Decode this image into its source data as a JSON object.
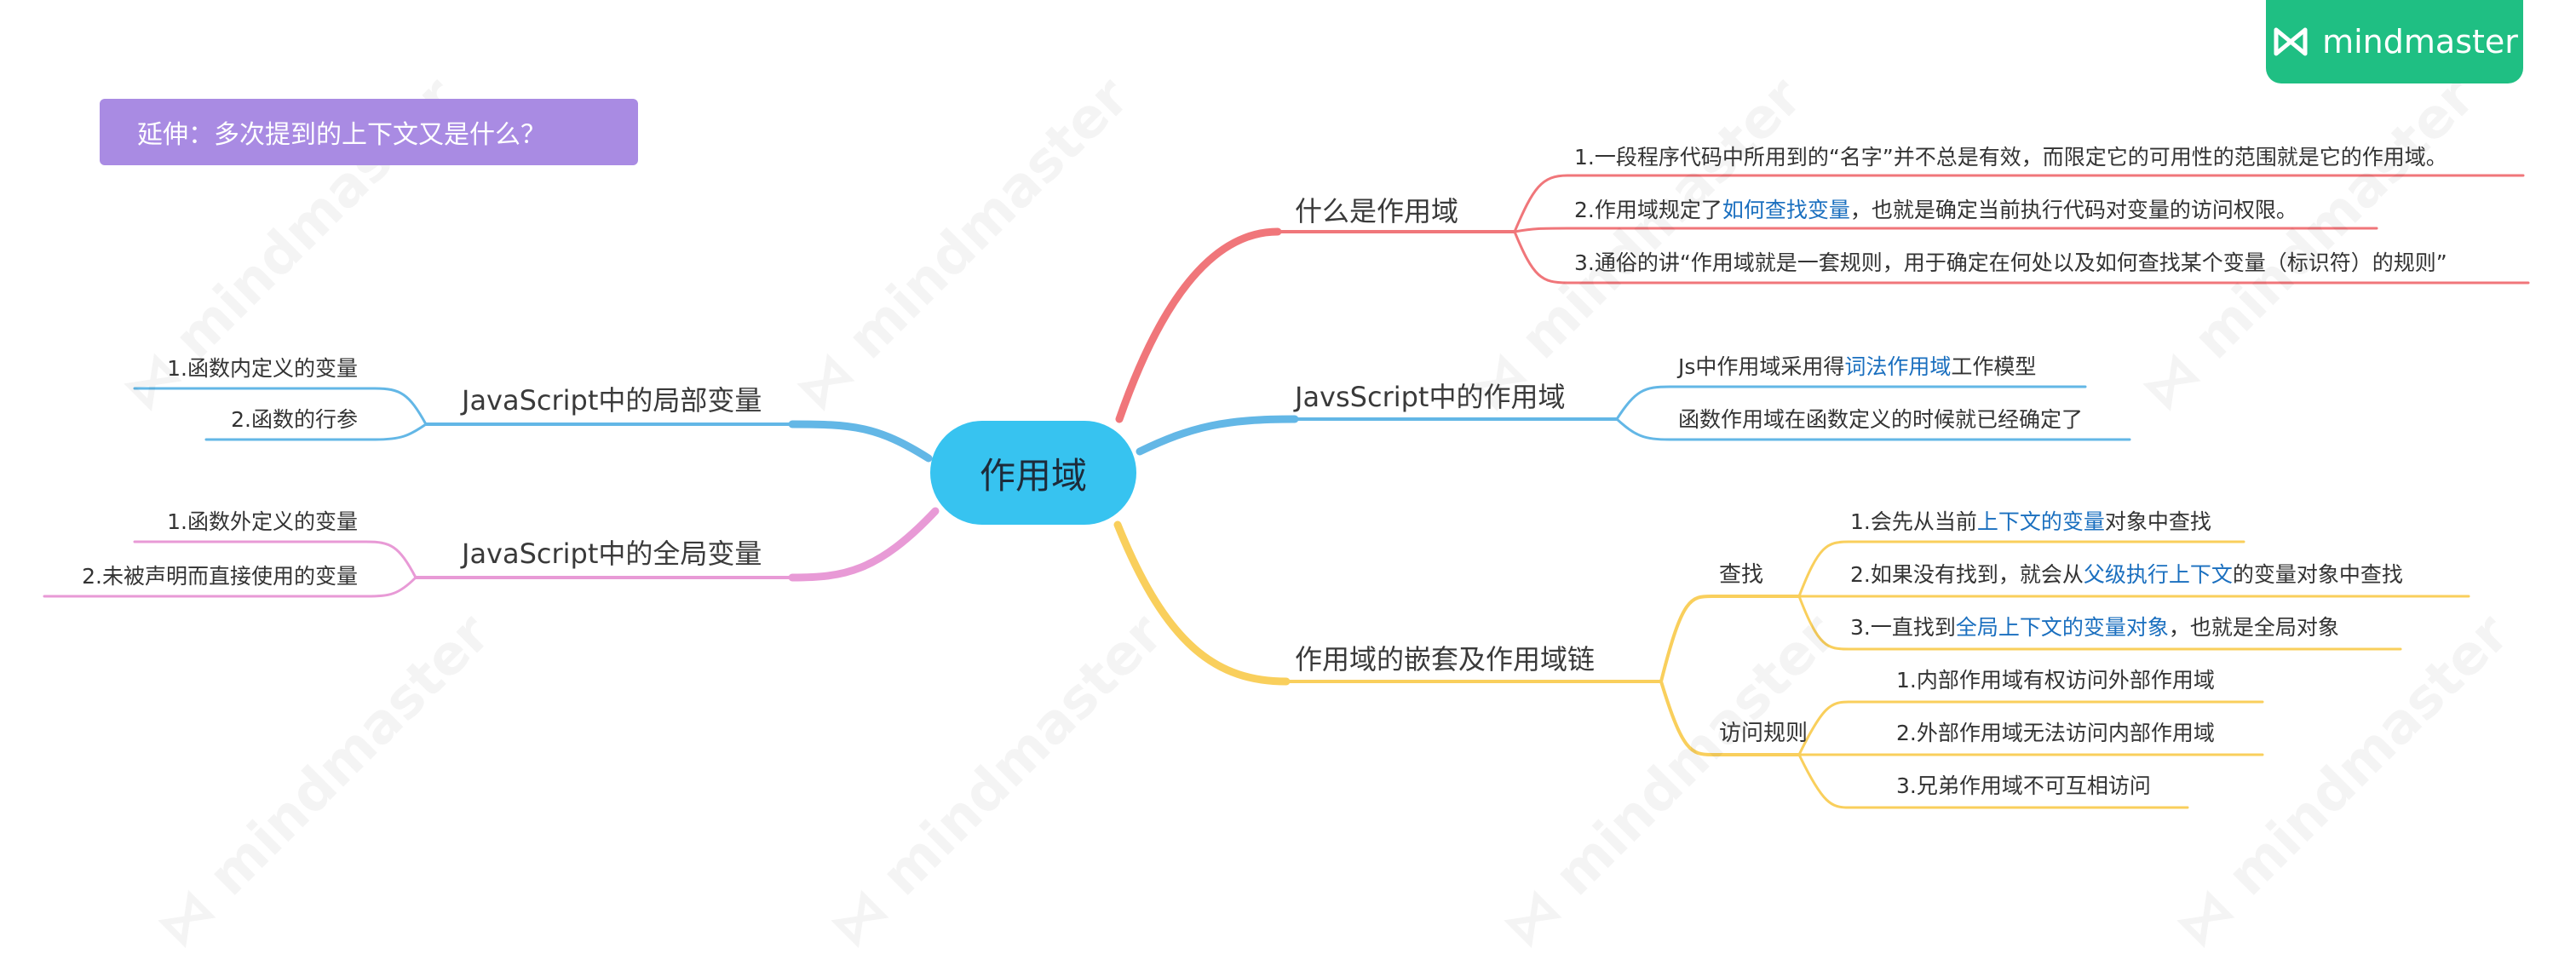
{
  "brand": {
    "name": "mindmaster",
    "logo_icon": "mindmaster-logo-icon"
  },
  "callout": {
    "text": "延伸：多次提到的上下文又是什么？"
  },
  "root": {
    "label": "作用域"
  },
  "colors": {
    "red": "#f0767a",
    "blue": "#63b7e6",
    "yellow": "#f9cf5c",
    "pink": "#e89ad6",
    "root": "#37c3f0",
    "callout": "#a98be3",
    "brand": "#1fbf83",
    "highlight": "#1a6fbf"
  },
  "right": {
    "what_is_scope": {
      "title": "什么是作用域",
      "items": [
        {
          "segments": [
            {
              "text": "1.一段程序代码中所用到的“名字”并不总是有效，而限定它的可用性的范围就是它的作用域。"
            }
          ]
        },
        {
          "segments": [
            {
              "text": "2.作用域规定了"
            },
            {
              "text": "如何查找变量",
              "hl": true
            },
            {
              "text": "，也就是确定当前执行代码对变量的访问权限。"
            }
          ]
        },
        {
          "segments": [
            {
              "text": "3.通俗的讲“作用域就是一套规则，用于确定在何处以及如何查找某个变量（标识符）的规则”"
            }
          ]
        }
      ]
    },
    "js_scope": {
      "title": "JavsScript中的作用域",
      "items": [
        {
          "segments": [
            {
              "text": "Js中作用域采用得"
            },
            {
              "text": "词法作用域",
              "hl": true
            },
            {
              "text": "工作模型"
            }
          ]
        },
        {
          "segments": [
            {
              "text": "函数作用域在函数定义的时候就已经确定了"
            }
          ]
        }
      ]
    },
    "nesting": {
      "title": "作用域的嵌套及作用域链",
      "lookup": {
        "title": "查找",
        "items": [
          {
            "segments": [
              {
                "text": "1.会先从当前"
              },
              {
                "text": "上下文的变量",
                "hl": true
              },
              {
                "text": "对象中查找"
              }
            ]
          },
          {
            "segments": [
              {
                "text": "2.如果没有找到，就会从"
              },
              {
                "text": "父级执行上下文",
                "hl": true
              },
              {
                "text": "的变量对象中查找"
              }
            ]
          },
          {
            "segments": [
              {
                "text": "3.一直找到"
              },
              {
                "text": "全局上下文的变量对象",
                "hl": true
              },
              {
                "text": "，也就是全局对象"
              }
            ]
          }
        ]
      },
      "access": {
        "title": "访问规则",
        "items": [
          {
            "segments": [
              {
                "text": "1.内部作用域有权访问外部作用域"
              }
            ]
          },
          {
            "segments": [
              {
                "text": "2.外部作用域无法访问内部作用域"
              }
            ]
          },
          {
            "segments": [
              {
                "text": "3.兄弟作用域不可互相访问"
              }
            ]
          }
        ]
      }
    }
  },
  "left": {
    "local": {
      "title": "JavaScript中的局部变量",
      "items": [
        {
          "segments": [
            {
              "text": "1.函数内定义的变量"
            }
          ]
        },
        {
          "segments": [
            {
              "text": "2.函数的行参"
            }
          ]
        }
      ]
    },
    "global": {
      "title": "JavaScript中的全局变量",
      "items": [
        {
          "segments": [
            {
              "text": "1.函数外定义的变量"
            }
          ]
        },
        {
          "segments": [
            {
              "text": "2.未被声明而直接使用的变量"
            }
          ]
        }
      ]
    }
  }
}
